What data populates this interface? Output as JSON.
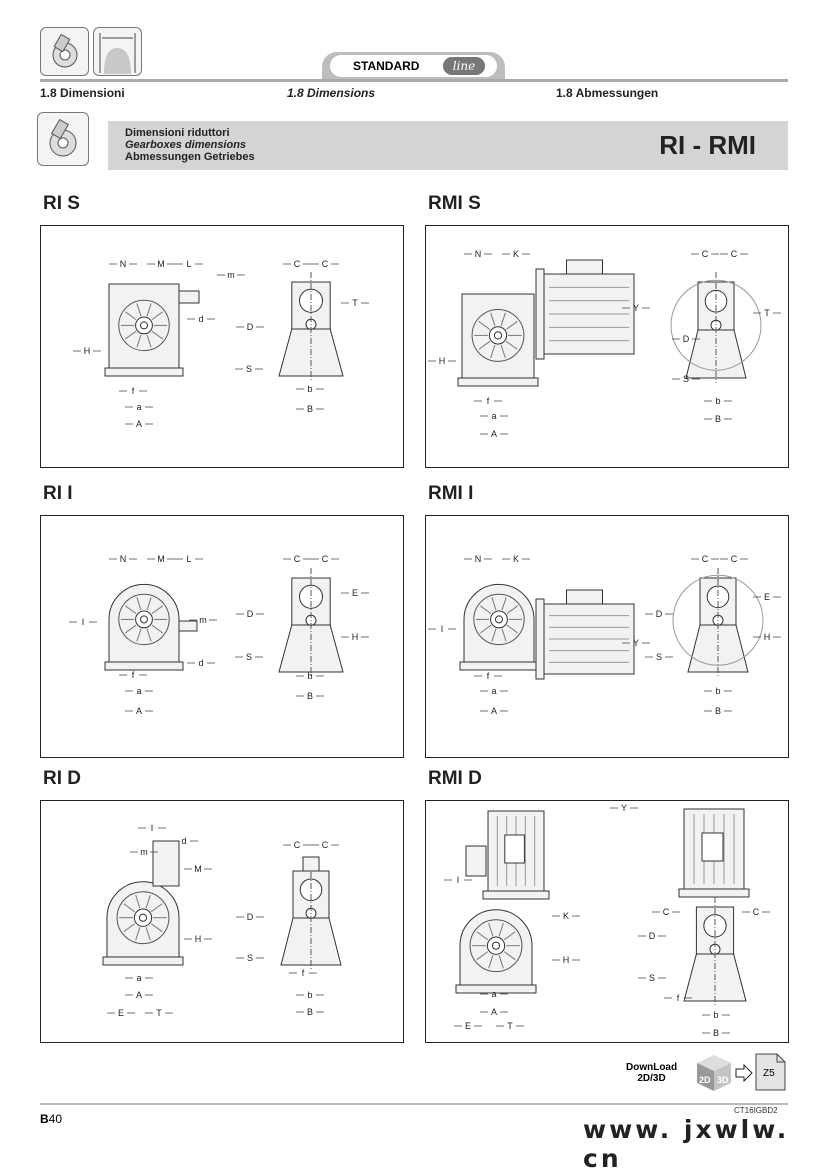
{
  "header": {
    "badge_text": "STANDARD",
    "badge_logo": "line",
    "section_it": "1.8   Dimensioni",
    "section_en": "1.8   Dimensions",
    "section_de": "1.8   Abmessungen"
  },
  "banner": {
    "line_it": "Dimensioni riduttori",
    "line_en": "Gearboxes dimensions",
    "line_de": "Abmessungen Getriebes",
    "model": "RI - RMI"
  },
  "panels": [
    {
      "title": "RI  S",
      "labels": [
        "N",
        "M",
        "L",
        "m",
        "d",
        "H",
        "f",
        "a",
        "A",
        "C",
        "C",
        "T",
        "D",
        "S",
        "b",
        "B"
      ]
    },
    {
      "title": "RMI  S",
      "labels": [
        "N",
        "K",
        "Y",
        "H",
        "f",
        "a",
        "A",
        "C",
        "C",
        "T",
        "D",
        "S",
        "b",
        "B"
      ]
    },
    {
      "title": "RI  I",
      "labels": [
        "N",
        "M",
        "L",
        "I",
        "m",
        "d",
        "f",
        "a",
        "A",
        "C",
        "C",
        "E",
        "D",
        "H",
        "S",
        "b",
        "B"
      ]
    },
    {
      "title": "RMI  I",
      "labels": [
        "N",
        "K",
        "I",
        "Y",
        "f",
        "a",
        "A",
        "C",
        "C",
        "E",
        "D",
        "H",
        "S",
        "b",
        "B"
      ]
    },
    {
      "title": "RI  D",
      "labels": [
        "I",
        "d",
        "m",
        "M",
        "H",
        "a",
        "A",
        "E",
        "T",
        "C",
        "C",
        "D",
        "S",
        "f",
        "b",
        "B"
      ]
    },
    {
      "title": "RMI  D",
      "labels": [
        "I",
        "K",
        "H",
        "a",
        "A",
        "E",
        "T",
        "Y",
        "C",
        "C",
        "D",
        "S",
        "f",
        "b",
        "B"
      ]
    }
  ],
  "footer": {
    "download_line1": "DownLoad",
    "download_line2": "2D/3D",
    "cube_2d": "2D",
    "cube_3d": "3D",
    "file_label": "Z5",
    "page_letter": "B",
    "page_number": "40",
    "doc_code": "CT16IGBD2",
    "watermark": "www. jxwlw. cn"
  }
}
